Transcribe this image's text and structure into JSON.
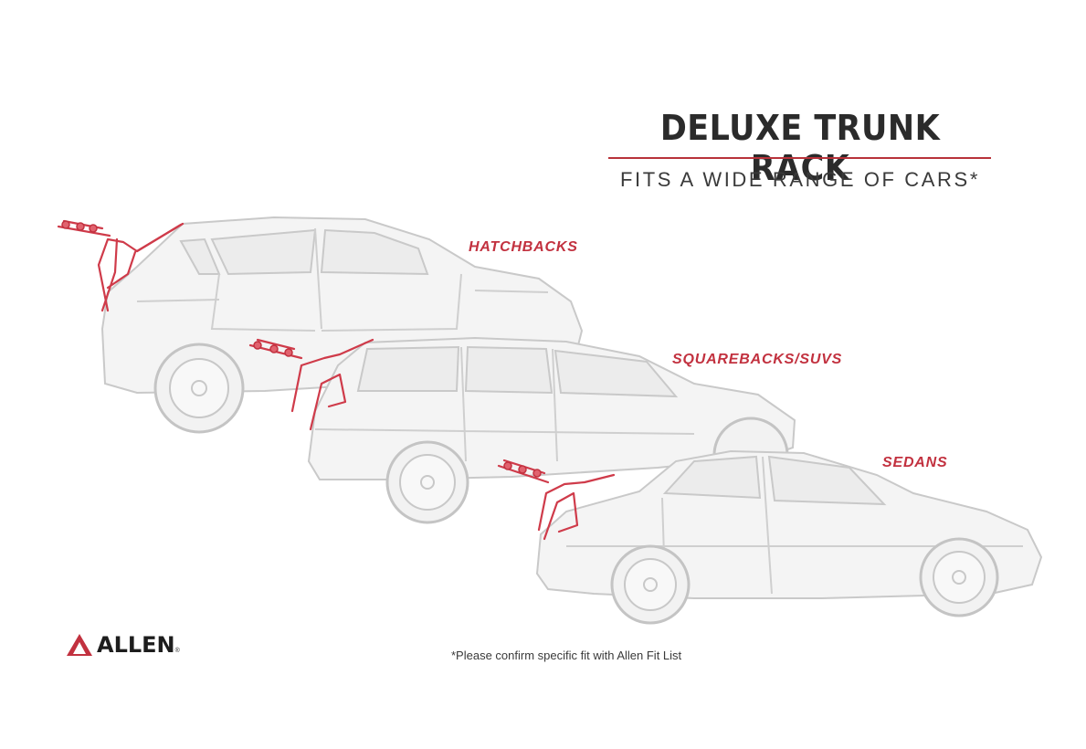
{
  "title": "DELUXE TRUNK RACK",
  "subtitle": "FITS A WIDE RANGE OF CARS*",
  "categories": {
    "hatchbacks": "HATCHBACKS",
    "squarebacks": "SQUAREBACKS/SUVS",
    "sedans": "SEDANS"
  },
  "footnote": "*Please confirm specific fit with Allen Fit List",
  "brand": {
    "name": "ALLEN",
    "mark": "®",
    "icon": "allen-triangle-logo-icon"
  },
  "colors": {
    "accent": "#c2313f",
    "car_outline": "#c9c9c9",
    "text": "#2b2b2b"
  }
}
